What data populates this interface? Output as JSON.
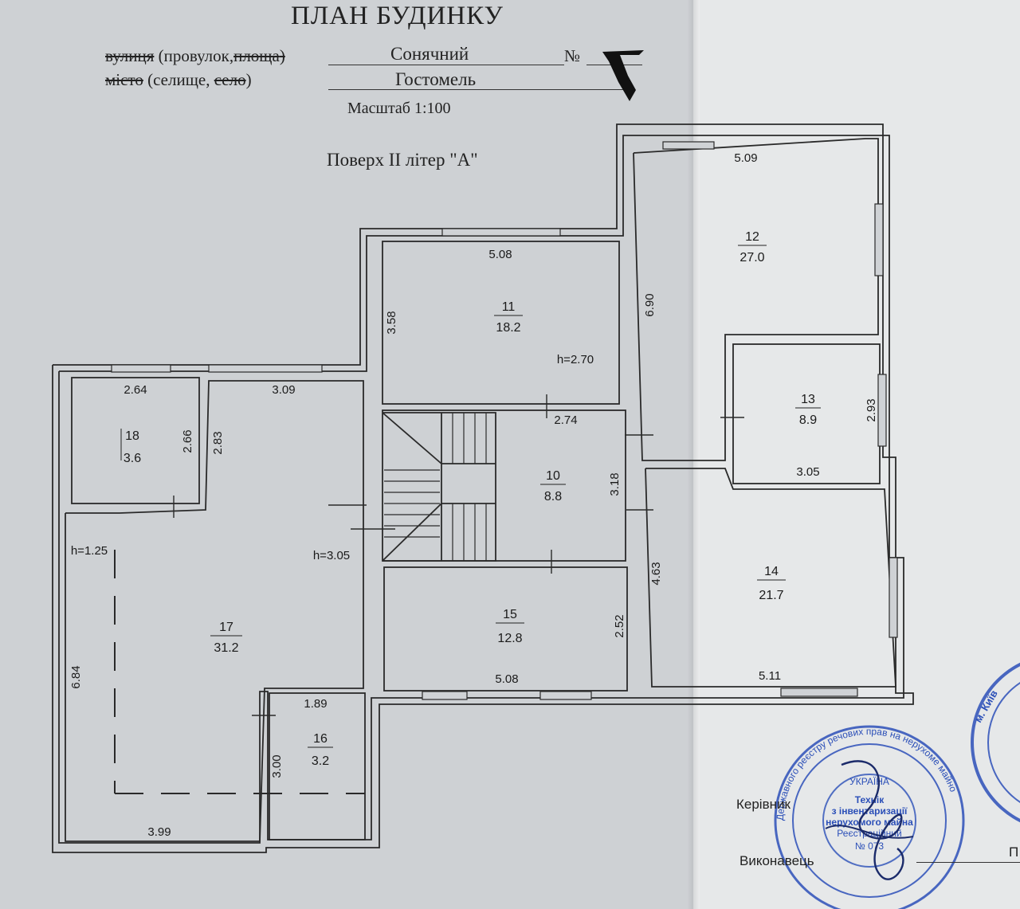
{
  "header": {
    "title": "ПЛАН БУДИНКУ",
    "street_line_label_parts": [
      "вулиця",
      " (провулок,",
      "площа",
      ")"
    ],
    "street_value": "Сонячний",
    "number_label": "№",
    "city_line_label_parts": [
      "місто",
      " (селище, ",
      "село",
      ")"
    ],
    "city_value": "Гостомель",
    "scale": "Масштаб 1:100",
    "floor": "Поверх ІІ літер \"А\""
  },
  "rooms": [
    {
      "num": "11",
      "area": "18.2"
    },
    {
      "num": "12",
      "area": "27.0"
    },
    {
      "num": "13",
      "area": "8.9"
    },
    {
      "num": "10",
      "area": "8.8"
    },
    {
      "num": "18",
      "area": "3.6"
    },
    {
      "num": "17",
      "area": "31.2"
    },
    {
      "num": "15",
      "area": "12.8"
    },
    {
      "num": "14",
      "area": "21.7"
    },
    {
      "num": "16",
      "area": "3.2"
    }
  ],
  "dimensions": [
    "5.08",
    "3.58",
    "5.09",
    "6.90",
    "2.74",
    "3.18",
    "2.93",
    "3.05",
    "2.64",
    "2.66",
    "2.83",
    "3.09",
    "4.63",
    "2.52",
    "5.08",
    "5.11",
    "6.84",
    "1.89",
    "3.00",
    "3.99"
  ],
  "heights": [
    "h=2.70",
    "h=1.25",
    "h=3.05"
  ],
  "stamp": {
    "ring_text_1": "Державного реєстру речових прав на нерухоме майно",
    "ring_text_2": "УКРАЇНА",
    "center_lines": [
      "Технік",
      "з інвентаризації",
      "нерухомого майна",
      "Реєстраційний",
      "№ 073"
    ],
    "partial_ring_text": "м. Київ"
  },
  "signatures": {
    "head_label": "Керівник",
    "executor_label": "Виконавець",
    "right_partial": "П"
  }
}
